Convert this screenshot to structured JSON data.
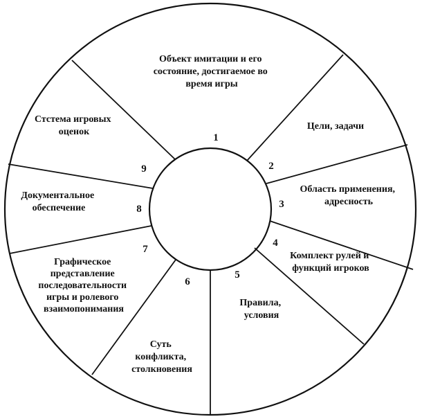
{
  "colors": {
    "line": "#111111",
    "background": "#ffffff",
    "text": "#111111"
  },
  "segments": [
    {
      "number": "1",
      "lines": [
        "Объект имитации и его",
        "состояние, достигаемое во",
        "время игры"
      ]
    },
    {
      "number": "2",
      "lines": [
        "Цели, задачи"
      ]
    },
    {
      "number": "3",
      "lines": [
        "Область применения,",
        "адресность"
      ]
    },
    {
      "number": "4",
      "lines": [
        "Комплект рулей и",
        "функций игроков"
      ]
    },
    {
      "number": "5",
      "lines": [
        "Правила,",
        "условия"
      ]
    },
    {
      "number": "6",
      "lines": [
        "Суть",
        "конфликта,",
        "столкновения"
      ]
    },
    {
      "number": "7",
      "lines": [
        "Графическое",
        "представление",
        "последовательности",
        "игры и ролевого",
        "взаимопонимания"
      ]
    },
    {
      "number": "8",
      "lines": [
        "Документальное",
        "обеспечение"
      ]
    },
    {
      "number": "9",
      "lines": [
        "Стстема игровых",
        "оценок"
      ]
    }
  ]
}
